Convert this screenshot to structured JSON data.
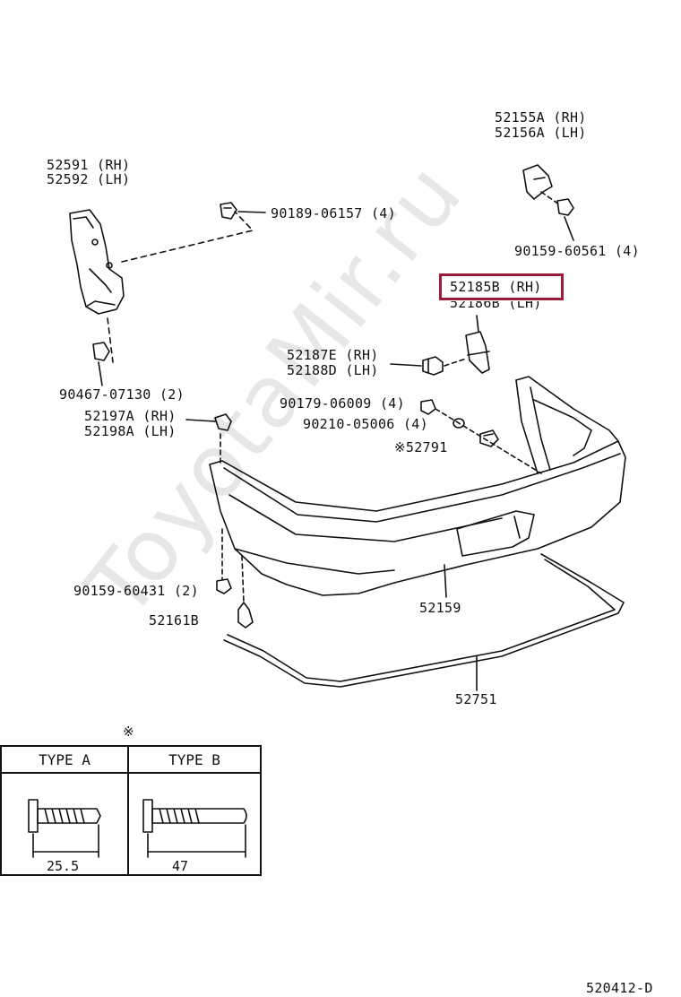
{
  "watermark": "ToyotaMir.ru",
  "labels": {
    "p52155": "52155A (RH)",
    "p52156": "52156A (LH)",
    "p52591": "52591 (RH)",
    "p52592": "52592 (LH)",
    "p90189": "90189-06157 (4)",
    "p90159a": "90159-60561 (4)",
    "p52185": "52185B (RH)",
    "p52186": "52186B (LH)",
    "p52187": "52187E (RH)",
    "p52188": "52188D (LH)",
    "p90467": "90467-07130 (2)",
    "p52197": "52197A (RH)",
    "p52198": "52198A (LH)",
    "p90179": "90179-06009 (4)",
    "p90210": "90210-05006 (4)",
    "p52791": "※52791",
    "p90159b": "90159-60431 (2)",
    "p52161": "52161B",
    "p52159": "52159",
    "p52751": "52751"
  },
  "table": {
    "note_mark": "※",
    "type_a": "TYPE A",
    "type_b": "TYPE B",
    "dim_a": "25.5",
    "dim_b": "47"
  },
  "figure_code": "520412-D",
  "highlight_color": "#9b1b3b"
}
